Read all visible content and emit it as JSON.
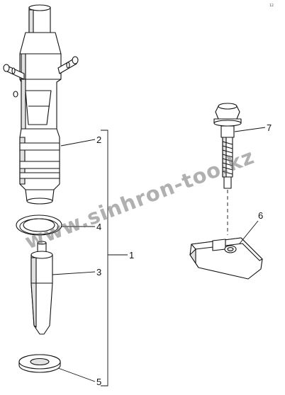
{
  "diagram": {
    "callouts": [
      {
        "id": "p2",
        "label": "2"
      },
      {
        "id": "p4",
        "label": "4"
      },
      {
        "id": "p1",
        "label": "1"
      },
      {
        "id": "p3",
        "label": "3"
      },
      {
        "id": "p5",
        "label": "5"
      },
      {
        "id": "p7",
        "label": "7"
      },
      {
        "id": "p6",
        "label": "6"
      }
    ],
    "corner_code": "12",
    "watermark": "www.sinhron-too.kz"
  }
}
